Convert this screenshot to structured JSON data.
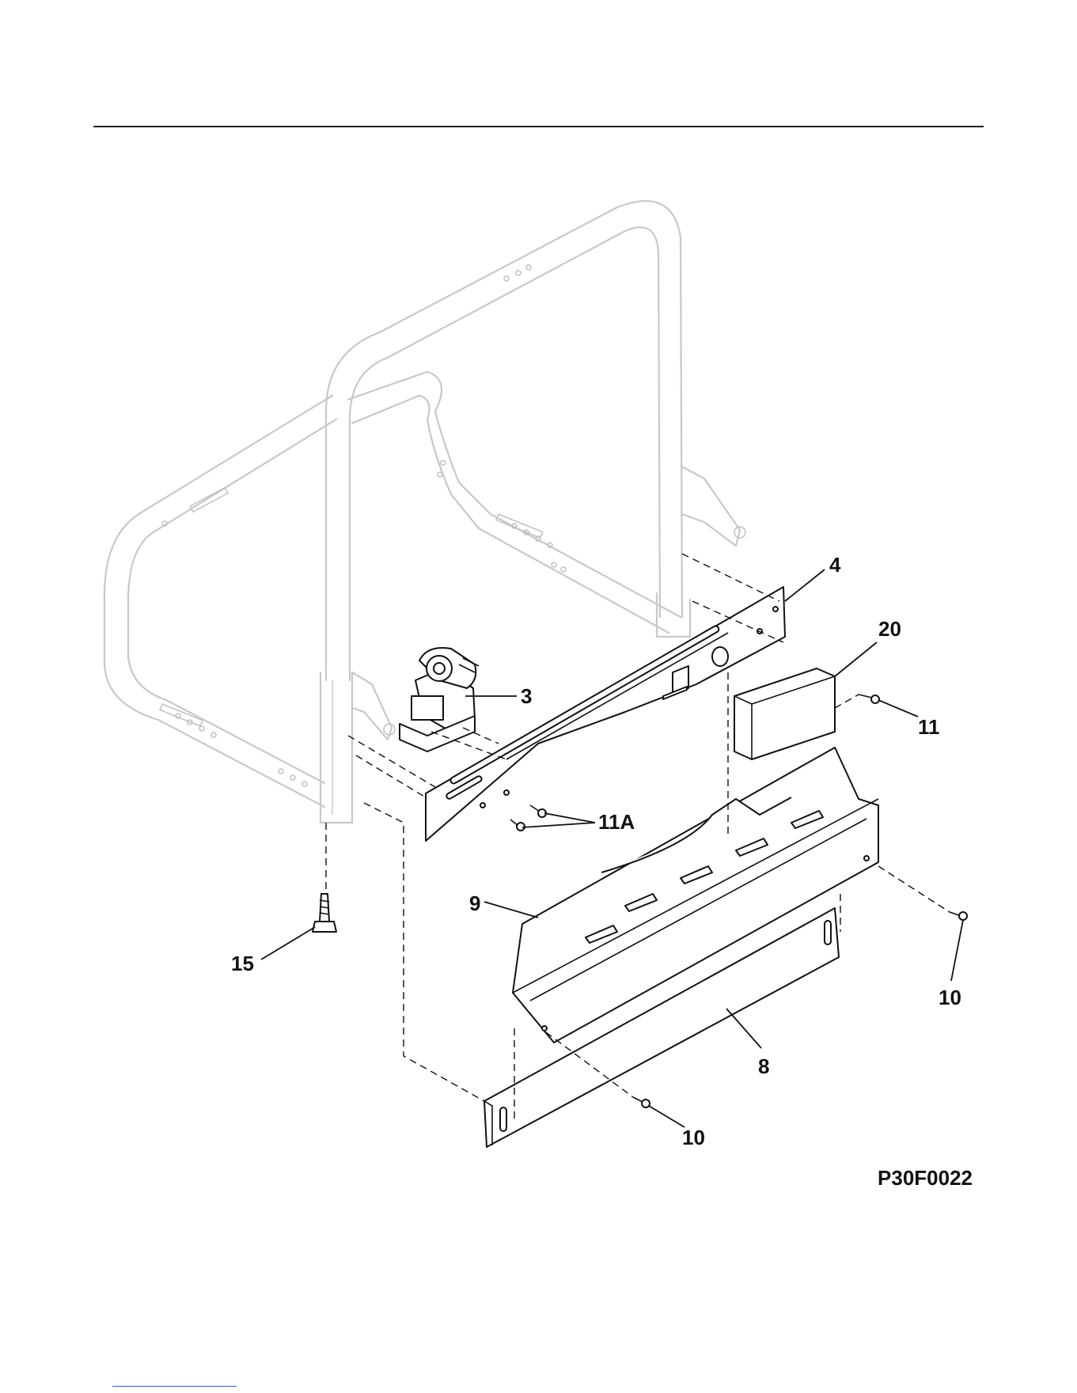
{
  "diagram": {
    "drawing_code": "P30F0022",
    "callouts": {
      "c3": "3",
      "c4": "4",
      "c20": "20",
      "c11": "11",
      "c11a": "11A",
      "c9": "9",
      "c15": "15",
      "c10_right": "10",
      "c8": "8",
      "c10_bottom": "10"
    }
  }
}
